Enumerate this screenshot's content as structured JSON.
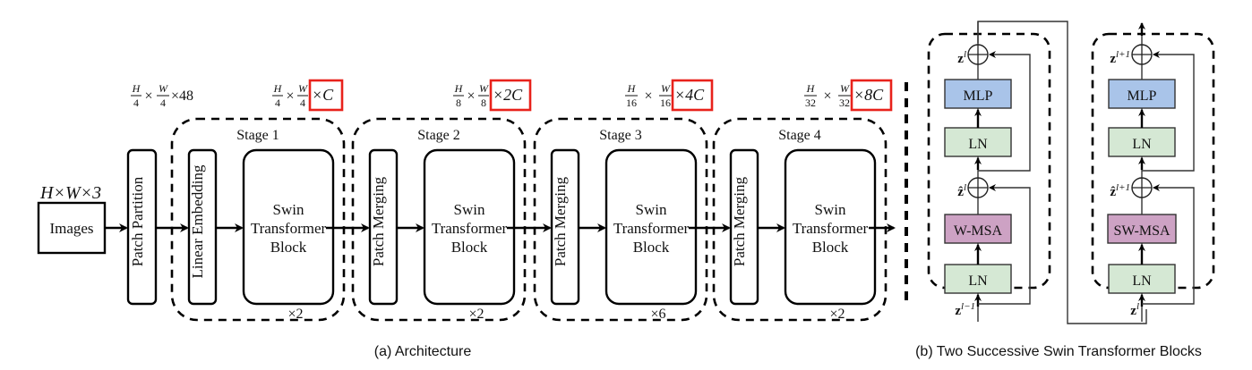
{
  "figure": {
    "input_dims": "H×W×3",
    "images_label": "Images",
    "patch_partition_label": "Patch Partition",
    "dims_after_partition": {
      "num1": "H",
      "den1": "4",
      "num2": "W",
      "den2": "4",
      "suffix": "×48"
    },
    "stages": [
      {
        "title": "Stage 1",
        "first_block": "Linear Embedding",
        "block_lines": [
          "Swin",
          "Transformer",
          "Block"
        ],
        "repeat": "×2",
        "out_dims": {
          "num1": "H",
          "den1": "4",
          "num2": "W",
          "den2": "4",
          "highlight": "×C"
        }
      },
      {
        "title": "Stage 2",
        "first_block": "Patch Merging",
        "block_lines": [
          "Swin",
          "Transformer",
          "Block"
        ],
        "repeat": "×2",
        "out_dims": {
          "num1": "H",
          "den1": "8",
          "num2": "W",
          "den2": "8",
          "highlight": "×2C"
        }
      },
      {
        "title": "Stage 3",
        "first_block": "Patch Merging",
        "block_lines": [
          "Swin",
          "Transformer",
          "Block"
        ],
        "repeat": "×6",
        "out_dims": {
          "num1": "H",
          "den1": "16",
          "num2": "W",
          "den2": "16",
          "highlight": "×4C"
        }
      },
      {
        "title": "Stage 4",
        "first_block": "Patch Merging",
        "block_lines": [
          "Swin",
          "Transformer",
          "Block"
        ],
        "repeat": "×2",
        "out_dims": {
          "num1": "H",
          "den1": "32",
          "num2": "W",
          "den2": "32",
          "highlight": "×8C"
        }
      }
    ],
    "caption_a": "(a) Architecture",
    "caption_b": "(b) Two Successive Swin Transformer Blocks",
    "highlight_color": "#e8221b",
    "blocks": [
      {
        "mlp": "MLP",
        "ln_top": "LN",
        "attn": "W-MSA",
        "ln_bottom": "LN",
        "out_var": "z",
        "out_sup": "l",
        "mid_var": "ẑ",
        "mid_sup": "l",
        "in_var": "z",
        "in_sup": "l−1"
      },
      {
        "mlp": "MLP",
        "ln_top": "LN",
        "attn": "SW-MSA",
        "ln_bottom": "LN",
        "out_var": "z",
        "out_sup": "l+1",
        "mid_var": "ẑ",
        "mid_sup": "l+1",
        "in_var": "z",
        "in_sup": "l"
      }
    ],
    "colors": {
      "mlp": "#a9c4e9",
      "ln": "#d5e8d4",
      "msa": "#cda2c4"
    }
  }
}
